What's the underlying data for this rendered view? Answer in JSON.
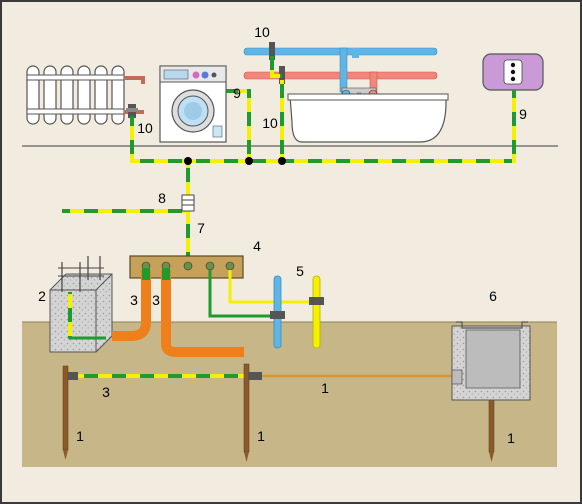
{
  "colors": {
    "frame_bg": "#f2ece0",
    "ground": "#c7b688",
    "ground_line": "#c7b688",
    "conductor_green": "#1f9a2e",
    "conductor_yellow": "#f4f000",
    "bus_bar": "#c6a15a",
    "pipe_blue": "#5fb6e6",
    "pipe_red": "#f2867a",
    "pipe_orange": "#ef7f1a",
    "heater": "#c99ad6",
    "concrete": "#d6d6d6",
    "rod": "#8b5a2b",
    "horizontal_electrode": "#d9962e"
  },
  "labels": {
    "n1_left": "1",
    "n1_mid": "1",
    "n1_right": "1",
    "n1_horiz": "1",
    "n2": "2",
    "n3_left": "3",
    "n3_mid": "3",
    "n3_ground": "3",
    "n4": "4",
    "n5": "5",
    "n6": "6",
    "n7": "7",
    "n8": "8",
    "n9_wm": "9",
    "n9_heater": "9",
    "n10_top": "10",
    "n10_radiator": "10",
    "n10_bath": "10"
  },
  "equipment": {
    "washing_machine_panel": "",
    "heater_indicator": "",
    "radiator": "",
    "bathtub": ""
  },
  "icons": {
    "radiator": "radiator-icon",
    "washing_machine": "washing-machine-icon",
    "bathtub": "bathtub-icon",
    "water_heater": "water-heater-icon",
    "ground_rod": "ground-rod-icon",
    "clamp": "pipe-clamp-icon",
    "junction": "junction-dot-icon"
  }
}
